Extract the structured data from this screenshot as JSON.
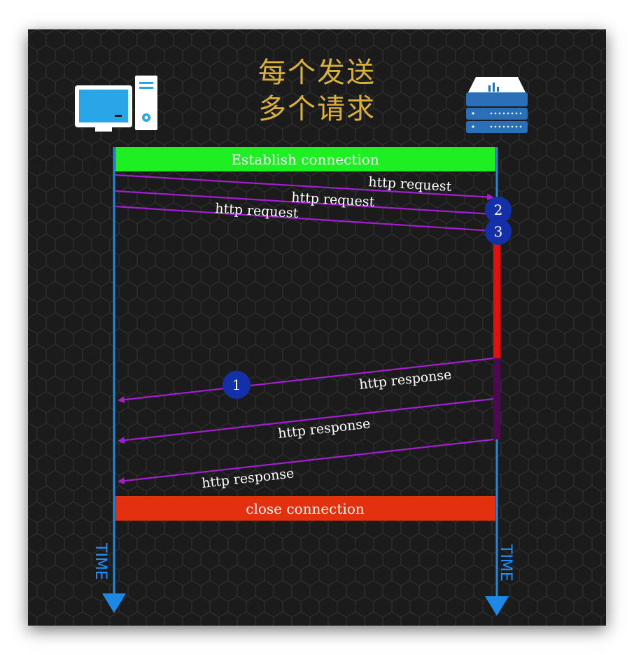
{
  "title": {
    "line1": "每个发送",
    "line2": "多个请求"
  },
  "client": {
    "icon": "desktop-computer-icon"
  },
  "server": {
    "icon": "server-rack-icon"
  },
  "bars": {
    "establish": "Establish connection",
    "close": "close connection"
  },
  "requests": [
    {
      "label": "http request",
      "badge": "2"
    },
    {
      "label": "http request",
      "badge": "3"
    },
    {
      "label": "http request"
    }
  ],
  "responses": [
    {
      "label": "http response",
      "badge": "1"
    },
    {
      "label": "http response"
    },
    {
      "label": "http response"
    }
  ],
  "axis": {
    "left_label": "TIME",
    "right_label": "TIME"
  },
  "colors": {
    "background": "#1b1b1c",
    "establish": "#1eef22",
    "close": "#e3300e",
    "arrow": "#a21fd0",
    "timeline": "#1e88e5",
    "processing": "#e10f0f",
    "title": "#d9b13a",
    "badge": "#1430a8"
  }
}
